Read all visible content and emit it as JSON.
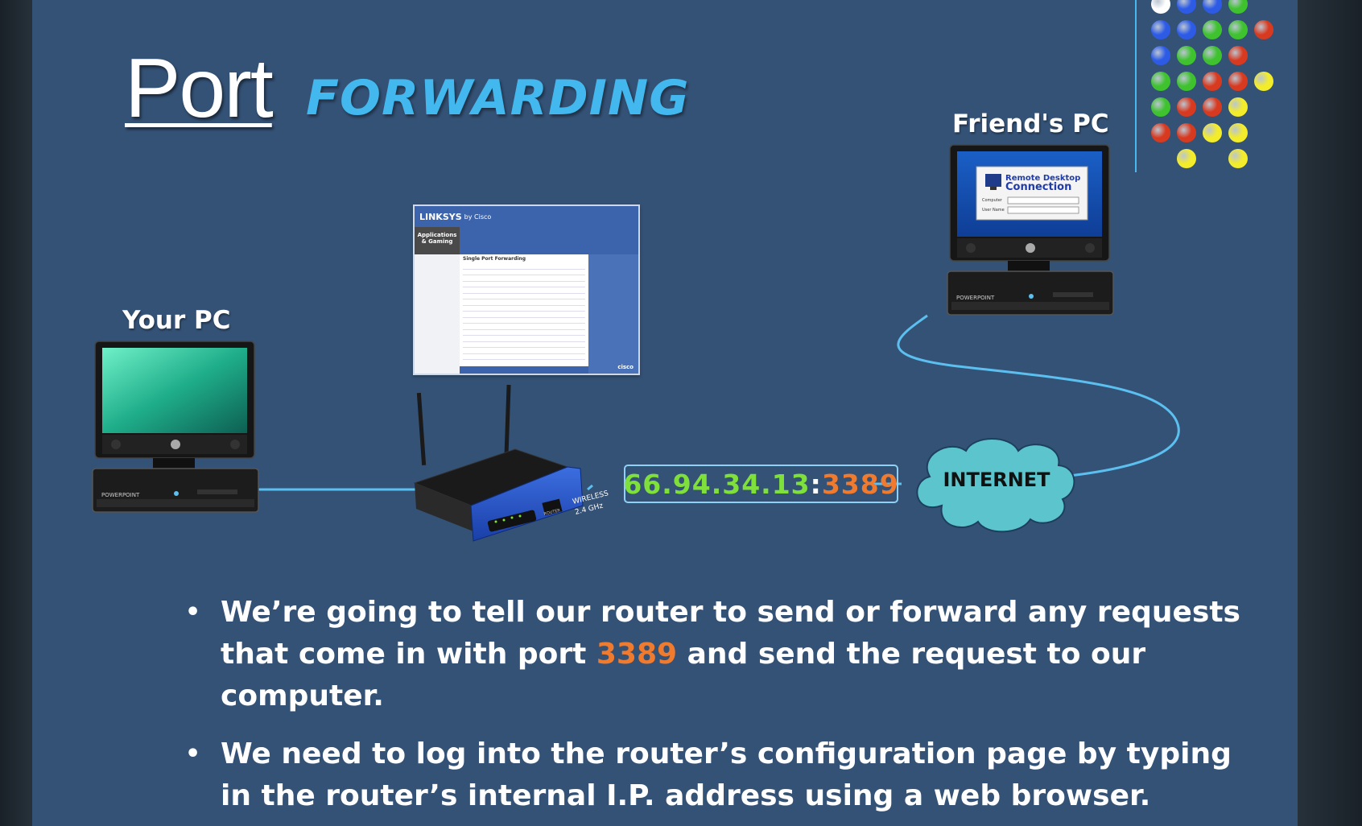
{
  "slide": {
    "title_main": "Port",
    "title_accent": "FORWARDING",
    "your_pc_label": "Your PC",
    "friend_pc_label": "Friend's PC",
    "remote_desktop": {
      "line1": "Remote Desktop",
      "line2": "Connection",
      "field1": "Computer",
      "field2": "User Name"
    },
    "monitor_brand": "POWERPOINT",
    "linksys": {
      "brand": "LINKSYS",
      "by": "by Cisco",
      "section": "Applications & Gaming",
      "table_title": "Single Port Forwarding",
      "cisco": "cisco"
    },
    "router_label_wireless": "WIRELESS",
    "router_label_freq": "2.4 GHz",
    "router_label_router": "ROUTER",
    "ip_address": "66.94.34.13",
    "ip_colon": ":",
    "ip_port": "3389",
    "internet_label": "INTERNET",
    "bullets": [
      {
        "before": "We’re going to tell our router to send or forward any requests that come in with port ",
        "highlight": "3389",
        "after": " and send the request to our computer."
      },
      {
        "text": "We need to log into the router’s configuration page by typing in the router’s internal I.P. address using a web browser."
      }
    ]
  },
  "colors": {
    "background": "#345276",
    "accent_blue": "#42b8ee",
    "ip_green": "#7fe03c",
    "port_orange": "#f07a2e",
    "cloud": "#5cc4cc",
    "dot_blue": "#2d5be6",
    "dot_green": "#3ec22e",
    "dot_red": "#d83a1f",
    "dot_yellow": "#f2ec2a"
  },
  "decor_dots": [
    [
      "white",
      "blue",
      "blue",
      "green",
      null
    ],
    [
      "blue",
      "blue",
      "green",
      "green",
      "red"
    ],
    [
      "blue",
      "green",
      "green",
      "red",
      null
    ],
    [
      "green",
      "green",
      "red",
      "red",
      "yellow"
    ],
    [
      "green",
      "red",
      "red",
      "yellow",
      null
    ],
    [
      "red",
      "red",
      "yellow",
      "yellow",
      null
    ],
    [
      null,
      "yellow",
      null,
      "yellow",
      null
    ]
  ]
}
